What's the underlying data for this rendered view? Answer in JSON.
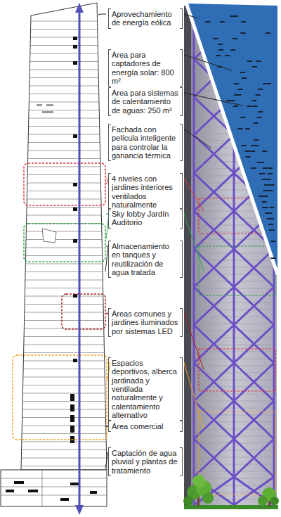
{
  "diagram": {
    "labels": [
      "Aprovechamiento de energía eólica",
      "Área para captadores de energía solar: 800 m²",
      "Área para sistemas de calentamiento de aguas: 250 m²",
      "Fachada con película inteligente para controlar la ganancia térmica",
      "4 niveles con jardines interiores ventilados naturalmente",
      "Sky lobby Jardín Auditorio",
      "Almacenamiento en tanques y reutilización de agua tratada",
      "Áreas comunes y jardines iluminados por sistemas LED",
      "Espacios deportivos, alberca jardinada y ventilada naturalmente y calentamiento alternativo",
      "Área comercial",
      "Captación de agua pluvial y plantas de tratamiento"
    ]
  }
}
